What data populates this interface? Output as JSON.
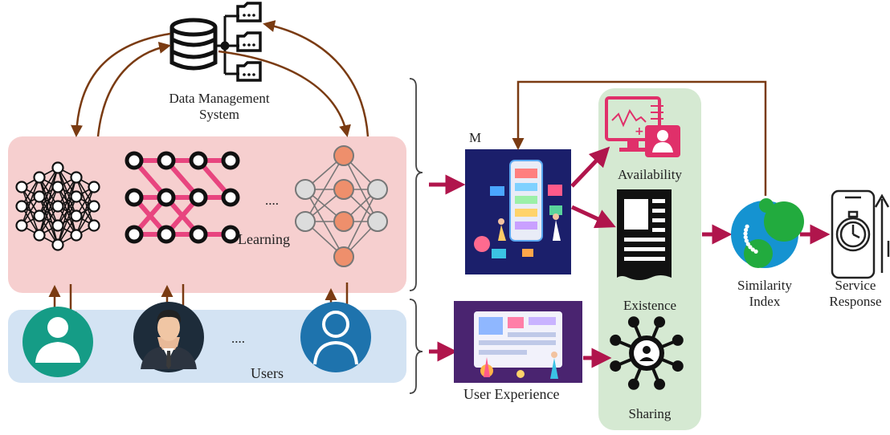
{
  "data_management": {
    "line1": "Data Management",
    "line2": "System"
  },
  "learning": {
    "label": "Learning",
    "ellipsis": "...."
  },
  "users": {
    "label": "Users",
    "ellipsis": "...."
  },
  "module": {
    "label": "M"
  },
  "user_experience": {
    "label": "User Experience"
  },
  "factors": {
    "availability": "Availability",
    "existence": "Existence",
    "sharing": "Sharing"
  },
  "similarity": {
    "line1": "Similarity",
    "line2": "Index"
  },
  "service": {
    "line1": "Service",
    "line2": "Response"
  },
  "colors": {
    "learning_panel": "#f6cfcf",
    "users_panel": "#d3e3f3",
    "factor_panel": "#d5e9d2",
    "arrow_magenta": "#b0154c",
    "arrow_brown": "#7a3b12",
    "network_pink": "#e8457f",
    "node_orange": "#ee8f6c",
    "availability_pink": "#e0306a",
    "similarity_blue": "#1593d1",
    "similarity_green": "#22ab3e"
  },
  "icons": [
    "database-icon",
    "folder-icon",
    "neural-network-icon",
    "user-avatar-icon",
    "businessman-avatar-icon",
    "mobile-app-illustration",
    "user-experience-illustration",
    "monitor-analytics-icon",
    "document-icon",
    "sharing-network-icon",
    "similarity-index-icon",
    "stopwatch-phone-icon"
  ]
}
